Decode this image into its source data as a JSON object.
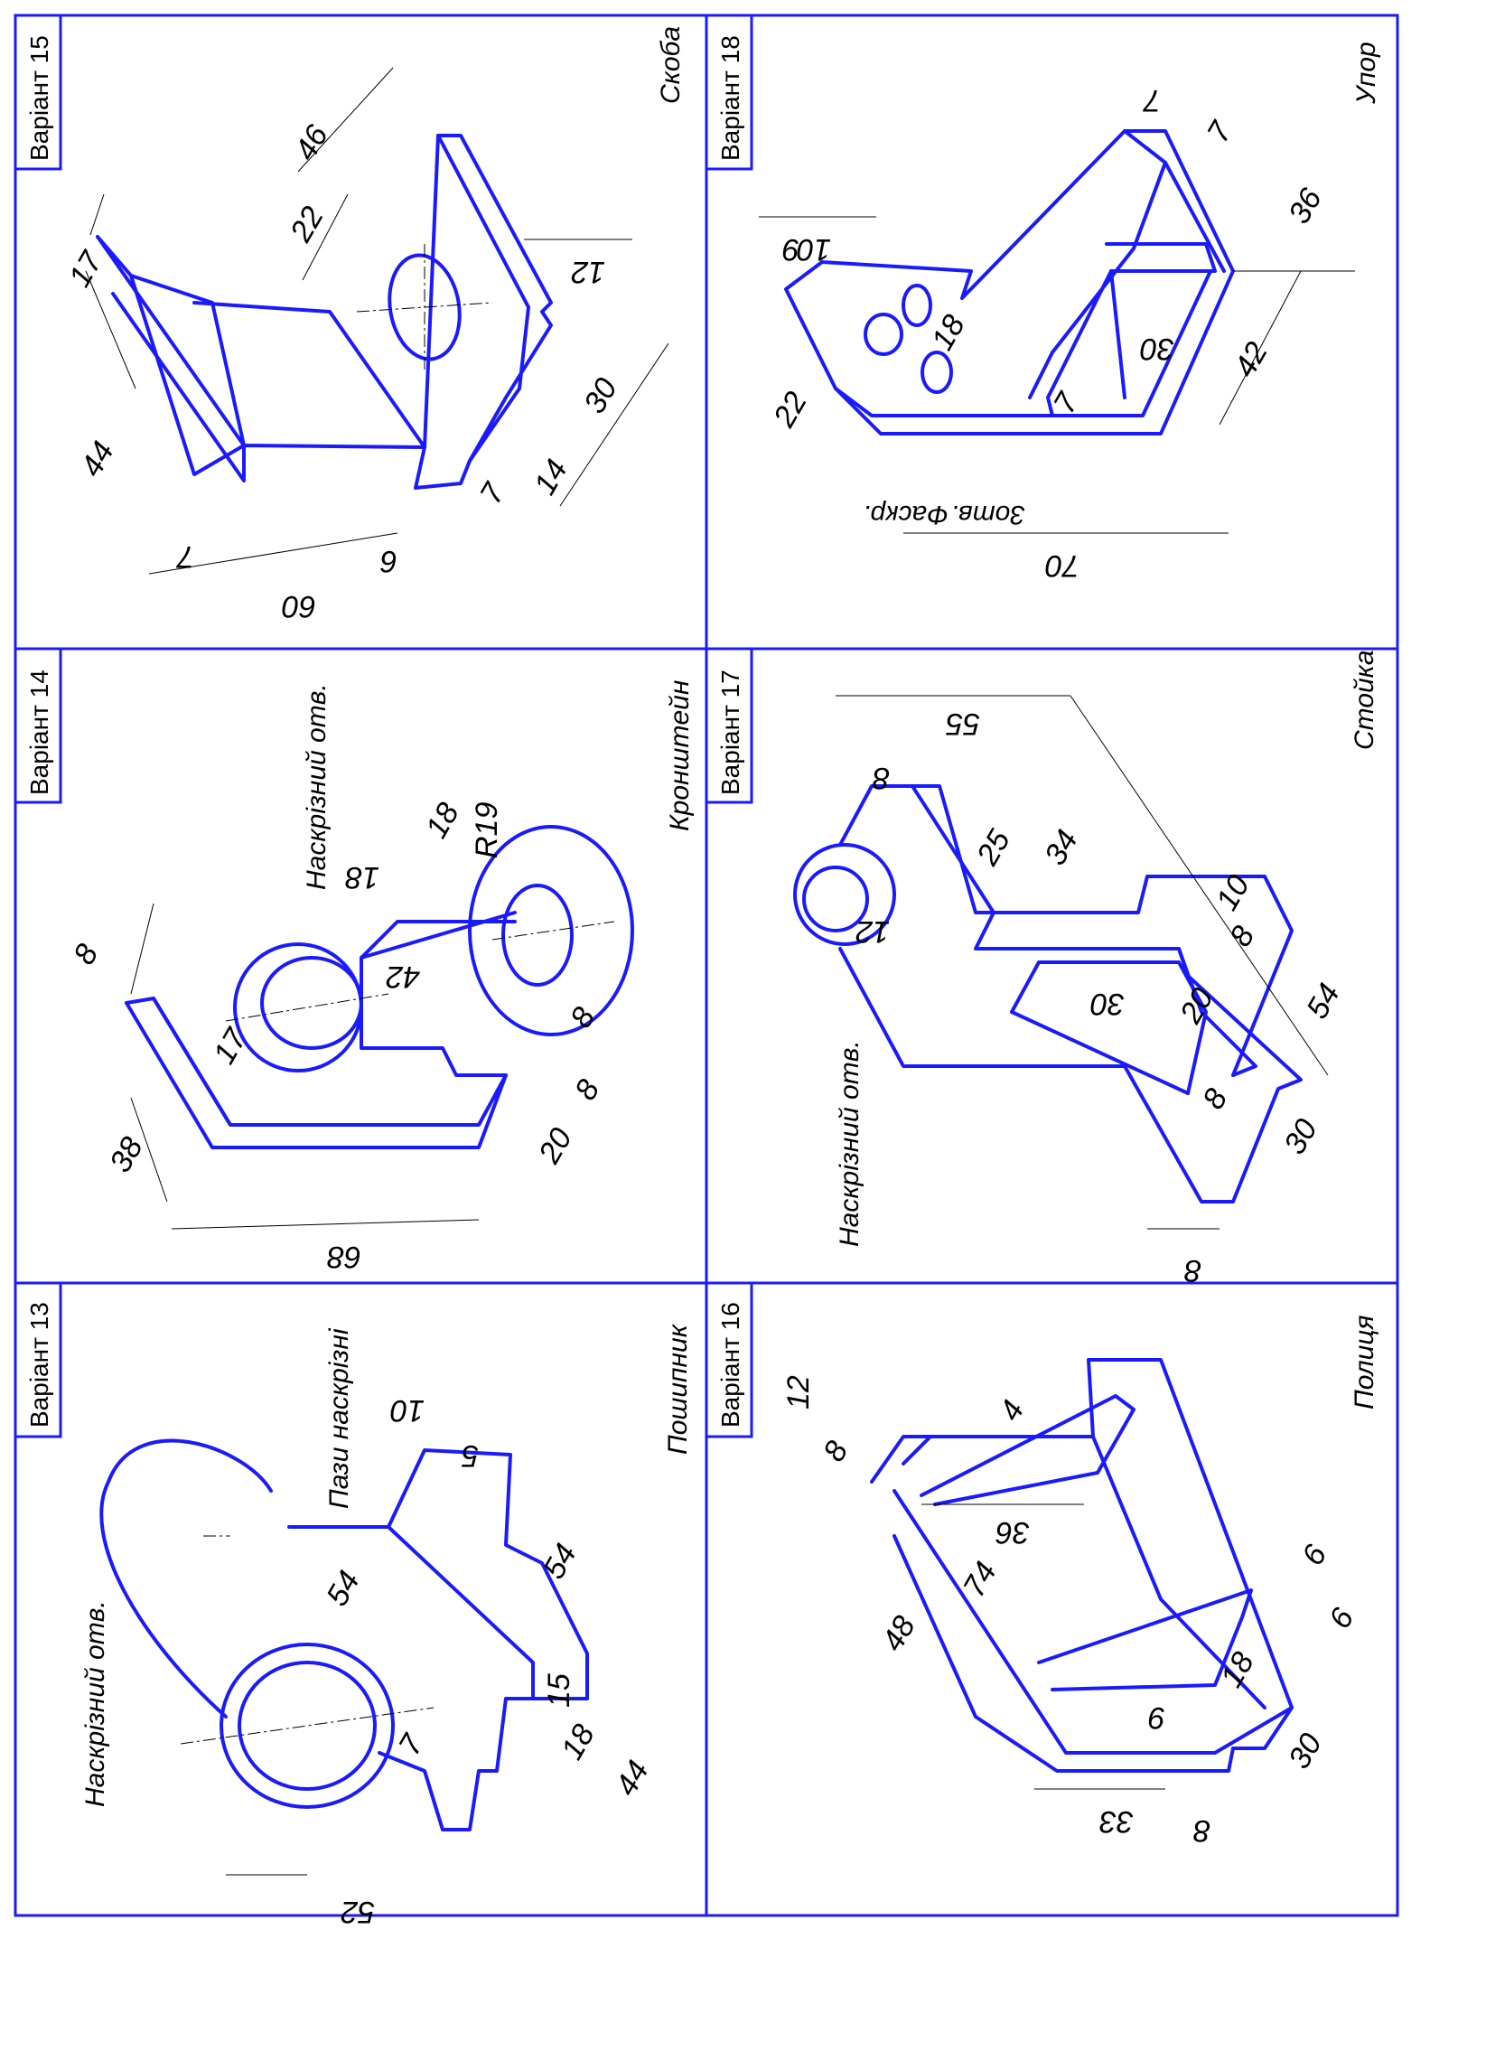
{
  "panels": [
    {
      "variant": "Варіант 13",
      "part": "Пошипник",
      "notes": [
        "Наскрізний отв.",
        "Пази наскрізні"
      ],
      "dims": [
        "52",
        "54",
        "54",
        "5",
        "10",
        "44",
        "18",
        "15",
        "7"
      ]
    },
    {
      "variant": "Варіант 14",
      "part": "Кронштейн",
      "notes": [
        "Наскрізний отв."
      ],
      "dims": [
        "68",
        "38",
        "8",
        "17",
        "18",
        "18",
        "R19",
        "42",
        "8",
        "8",
        "20"
      ]
    },
    {
      "variant": "Варіант 15",
      "part": "Скоба",
      "notes": [],
      "dims": [
        "60",
        "44",
        "17",
        "7",
        "46",
        "22",
        "12",
        "30",
        "14",
        "7",
        "6"
      ]
    },
    {
      "variant": "Варіант 16",
      "part": "Полиця",
      "notes": [],
      "dims": [
        "12",
        "8",
        "4",
        "36",
        "48",
        "74",
        "6",
        "6",
        "9",
        "18",
        "30",
        "8",
        "33"
      ]
    },
    {
      "variant": "Варіант 17",
      "part": "Стойка",
      "notes": [
        "Наскрізний отв."
      ],
      "dims": [
        "55",
        "8",
        "25",
        "34",
        "12",
        "30",
        "20",
        "10",
        "8",
        "54",
        "8",
        "30",
        "8"
      ]
    },
    {
      "variant": "Варіант 18",
      "part": "Упор",
      "notes": [
        "3отв.",
        "Фаскр."
      ],
      "dims": [
        "70",
        "22",
        "9",
        "10",
        "18",
        "30",
        "7",
        "7",
        "7",
        "36",
        "42"
      ]
    }
  ],
  "colors": {
    "line": "#1a1aff",
    "dim": "#000000"
  }
}
